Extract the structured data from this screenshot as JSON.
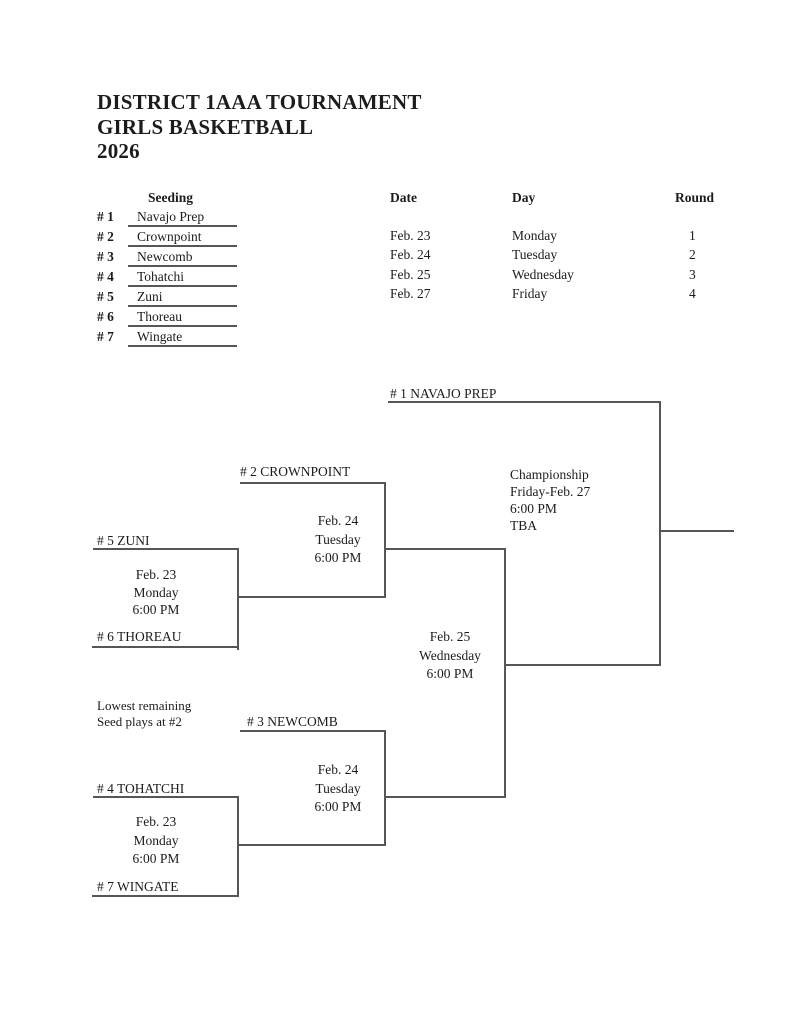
{
  "document": {
    "title_lines": [
      "DISTRICT 1AAA TOURNAMENT",
      "GIRLS BASKETBALL",
      "2026"
    ]
  },
  "seeding": {
    "header": "Seeding",
    "rows": [
      {
        "seed": "# 1",
        "team": "Navajo Prep"
      },
      {
        "seed": "# 2",
        "team": "Crownpoint"
      },
      {
        "seed": "# 3",
        "team": "Newcomb"
      },
      {
        "seed": "# 4",
        "team": "Tohatchi"
      },
      {
        "seed": "# 5",
        "team": "Zuni"
      },
      {
        "seed": "# 6",
        "team": "Thoreau"
      },
      {
        "seed": "# 7",
        "team": "Wingate"
      }
    ]
  },
  "schedule": {
    "headers": {
      "date": "Date",
      "day": "Day",
      "round": "Round"
    },
    "rows": [
      {
        "date": "Feb. 23",
        "day": "Monday",
        "round": "1"
      },
      {
        "date": "Feb. 24",
        "day": "Tuesday",
        "round": "2"
      },
      {
        "date": "Feb. 25",
        "day": "Wednesday",
        "round": "3"
      },
      {
        "date": "Feb. 27",
        "day": "Friday",
        "round": "4"
      }
    ]
  },
  "bracket": {
    "seeds": {
      "navajo_prep": "# 1 NAVAJO PREP",
      "crownpoint": "# 2 CROWNPOINT",
      "newcomb": "# 3 NEWCOMB",
      "tohatchi": "# 4 TOHATCHI",
      "zuni": "# 5 ZUNI",
      "thoreau": "# 6 THOREAU",
      "wingate": "# 7 WINGATE"
    },
    "note_lines": [
      "Lowest remaining",
      "Seed plays at #2"
    ],
    "games": {
      "round1_upper": [
        "Feb. 23",
        "Monday",
        "6:00 PM"
      ],
      "round1_lower": [
        "Feb. 23",
        "Monday",
        "6:00 PM"
      ],
      "round2_upper": [
        "Feb. 24",
        "Tuesday",
        "6:00 PM"
      ],
      "round2_lower": [
        "Feb. 24",
        "Tuesday",
        "6:00 PM"
      ],
      "semifinal": [
        "Feb. 25",
        "Wednesday",
        "6:00 PM"
      ],
      "championship": [
        "Championship",
        "Friday-Feb. 27",
        "6:00 PM",
        "TBA"
      ]
    }
  },
  "colors": {
    "text": "#1c1c1c",
    "line": "#565656",
    "background": "#ffffff"
  }
}
